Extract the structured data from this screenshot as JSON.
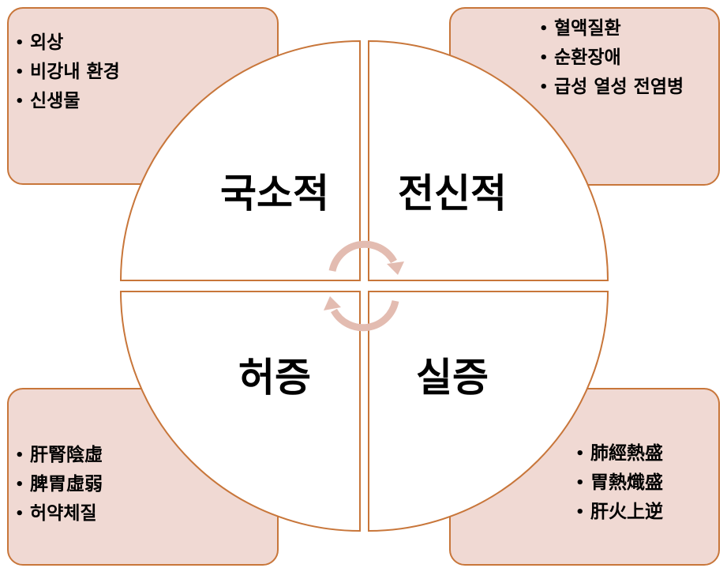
{
  "quadrants": {
    "top_left": "국소적",
    "top_right": "전신적",
    "bottom_left": "허증",
    "bottom_right": "실증"
  },
  "boxes": {
    "top_left": [
      "외상",
      "비강내 환경",
      "신생물"
    ],
    "top_right": [
      "혈액질환",
      "순환장애",
      "급성 열성 전염병"
    ],
    "bottom_left": [
      "肝腎陰虛",
      "脾胃虛弱",
      "허약체질"
    ],
    "bottom_right": [
      "肺經熱盛",
      "胃熱熾盛",
      "肝火上逆"
    ]
  },
  "colors": {
    "box_fill": "#f0d9d3",
    "outline": "#c8763a",
    "cycle_arrow": "#e3bcb1"
  },
  "icons": {
    "center": "cycle-arrows-icon"
  }
}
